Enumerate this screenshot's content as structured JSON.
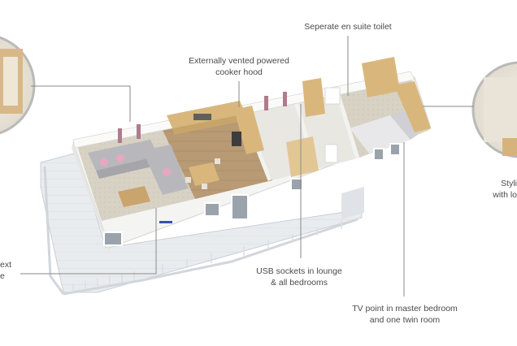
{
  "annotations": {
    "en_suite": {
      "lines": [
        "Seperate en suite toilet"
      ]
    },
    "cooker_hood": {
      "lines": [
        "Externally vented powered",
        "cooker hood"
      ]
    },
    "usb": {
      "lines": [
        "USB sockets in lounge",
        "& all bedrooms"
      ]
    },
    "tv_point": {
      "lines": [
        "TV point in master bedroom",
        "and one twin room"
      ]
    },
    "left_partial": {
      "lines": [
        "ext",
        "e"
      ]
    },
    "right_partial": {
      "lines": [
        "Styli",
        "with lo"
      ]
    }
  },
  "colors": {
    "leader_line": "#8a8a8a",
    "wall": "#f4f4f2",
    "floor_wood": "#b89a74",
    "kitchen_wood": "#d9b77c",
    "carpet": "#d7d2c4",
    "decking": "#e9ecef",
    "sofa": "#b8b8bc",
    "cushion": "#e7a7c0"
  }
}
